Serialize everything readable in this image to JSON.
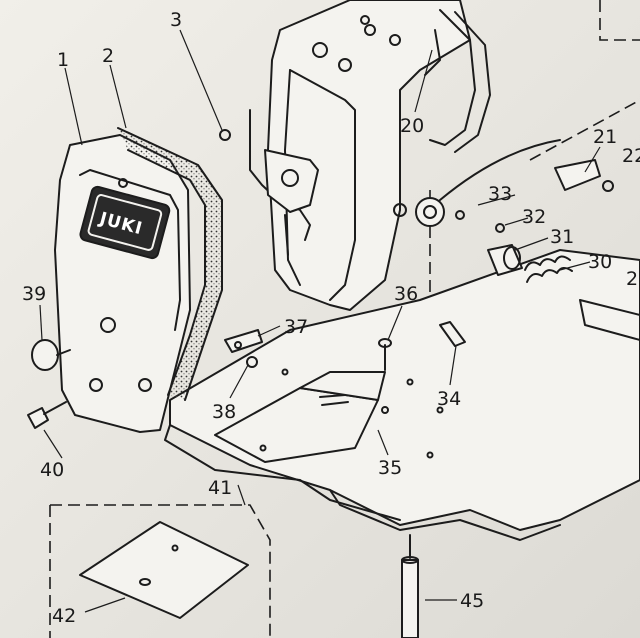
{
  "diagram": {
    "brand_logo": "JUKI",
    "part_labels": [
      {
        "id": "label-1",
        "text": "1"
      },
      {
        "id": "label-2",
        "text": "2"
      },
      {
        "id": "label-3",
        "text": "3"
      },
      {
        "id": "label-20",
        "text": "20"
      },
      {
        "id": "label-21",
        "text": "21"
      },
      {
        "id": "label-22",
        "text": "22"
      },
      {
        "id": "label-33",
        "text": "33"
      },
      {
        "id": "label-32",
        "text": "32"
      },
      {
        "id": "label-31",
        "text": "31"
      },
      {
        "id": "label-30",
        "text": "30"
      },
      {
        "id": "label-29",
        "text": "2"
      },
      {
        "id": "label-39",
        "text": "39"
      },
      {
        "id": "label-36",
        "text": "36"
      },
      {
        "id": "label-37",
        "text": "37"
      },
      {
        "id": "label-38",
        "text": "38"
      },
      {
        "id": "label-34",
        "text": "34"
      },
      {
        "id": "label-40",
        "text": "40"
      },
      {
        "id": "label-35",
        "text": "35"
      },
      {
        "id": "label-41",
        "text": "41"
      },
      {
        "id": "label-42",
        "text": "42"
      },
      {
        "id": "label-45",
        "text": "45"
      }
    ],
    "colors": {
      "ink": "#1c1c1c",
      "paper": "#efede8"
    }
  }
}
